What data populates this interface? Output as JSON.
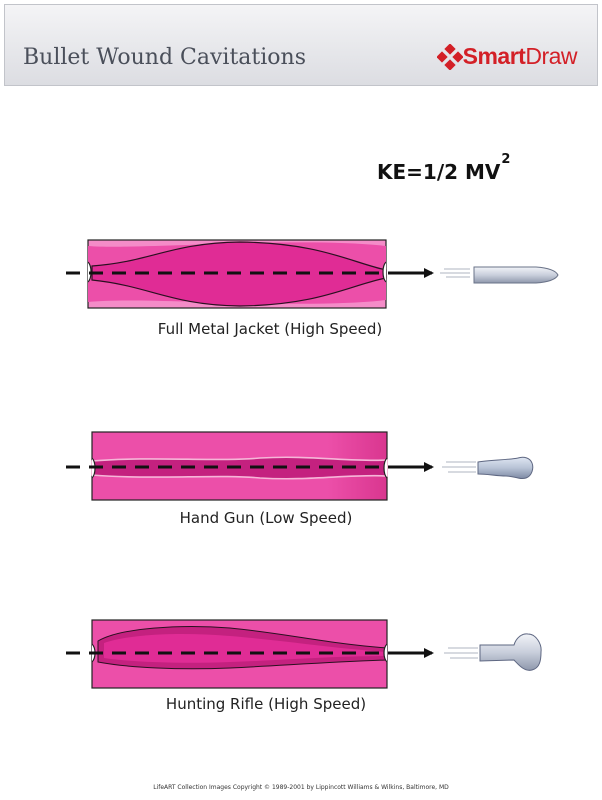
{
  "header": {
    "title": "Bullet Wound Cavitations",
    "logo_text_smart": "Smart",
    "logo_text_draw": "Draw",
    "logo_icon": "smartdraw-diamond-icon"
  },
  "formula": {
    "base": "KE=1/2 MV",
    "exponent": "2"
  },
  "panels": [
    {
      "caption": "Full Metal Jacket (High Speed)",
      "bullet": "full-metal-jacket-bullet-icon"
    },
    {
      "caption": "Hand Gun (Low Speed)",
      "bullet": "deformed-handgun-bullet-icon"
    },
    {
      "caption": "Hunting Rifle (High Speed)",
      "bullet": "mushroomed-rifle-bullet-icon"
    }
  ],
  "footer": "LifeART Collection Images Copyright © 1989-2001 by Lippincott Williams & Wilkins, Baltimore, MD",
  "colors": {
    "tissue": "#ec4fa9",
    "tissue_light": "#f48cc8",
    "tissue_dark": "#c4217f",
    "cavity": "#e02c95",
    "outline": "#222222",
    "accent": "#d32027"
  }
}
